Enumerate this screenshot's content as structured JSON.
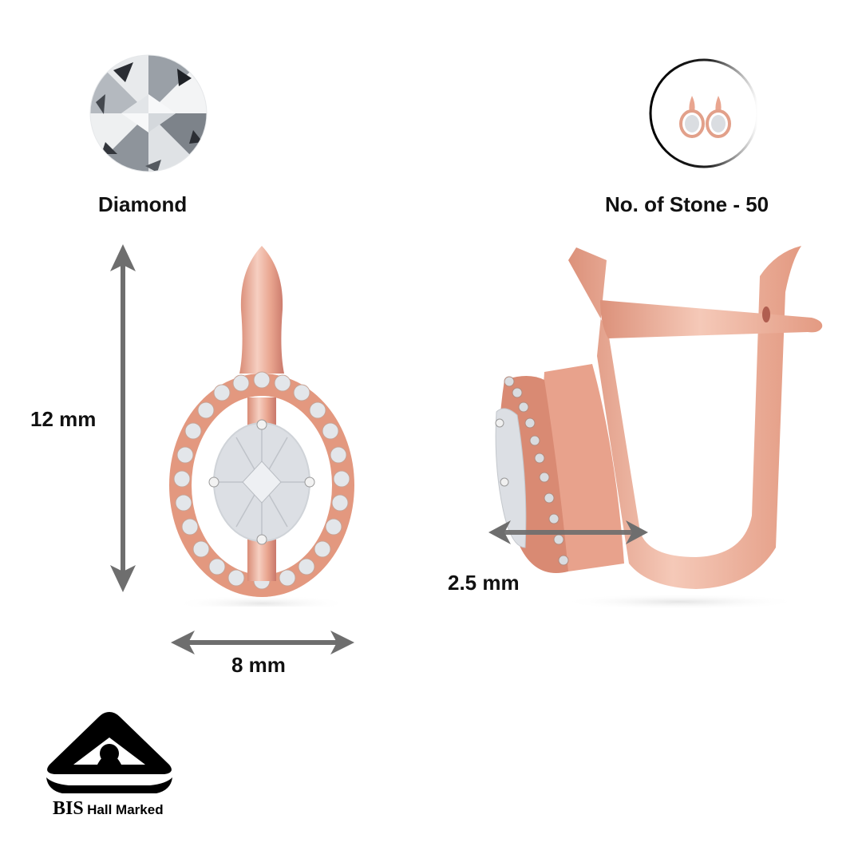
{
  "features": {
    "stone_type": {
      "label": "Diamond",
      "icon": "diamond-icon"
    },
    "stone_count": {
      "label": "No. of Stone - 50",
      "icon": "earrings-thumbnail"
    }
  },
  "dimensions": {
    "height": "12 mm",
    "width": "8 mm",
    "depth": "2.5 mm"
  },
  "certification": {
    "mark": "BIS",
    "text": "Hall Marked",
    "icon": "bis-logo-icon"
  },
  "colors": {
    "rose_gold": "#e9a58f",
    "rose_gold_dark": "#c9786a",
    "rose_gold_light": "#f6cfc1",
    "arrow": "#6e6e6e",
    "diamond": "#dcdfe4",
    "text": "#111111"
  }
}
